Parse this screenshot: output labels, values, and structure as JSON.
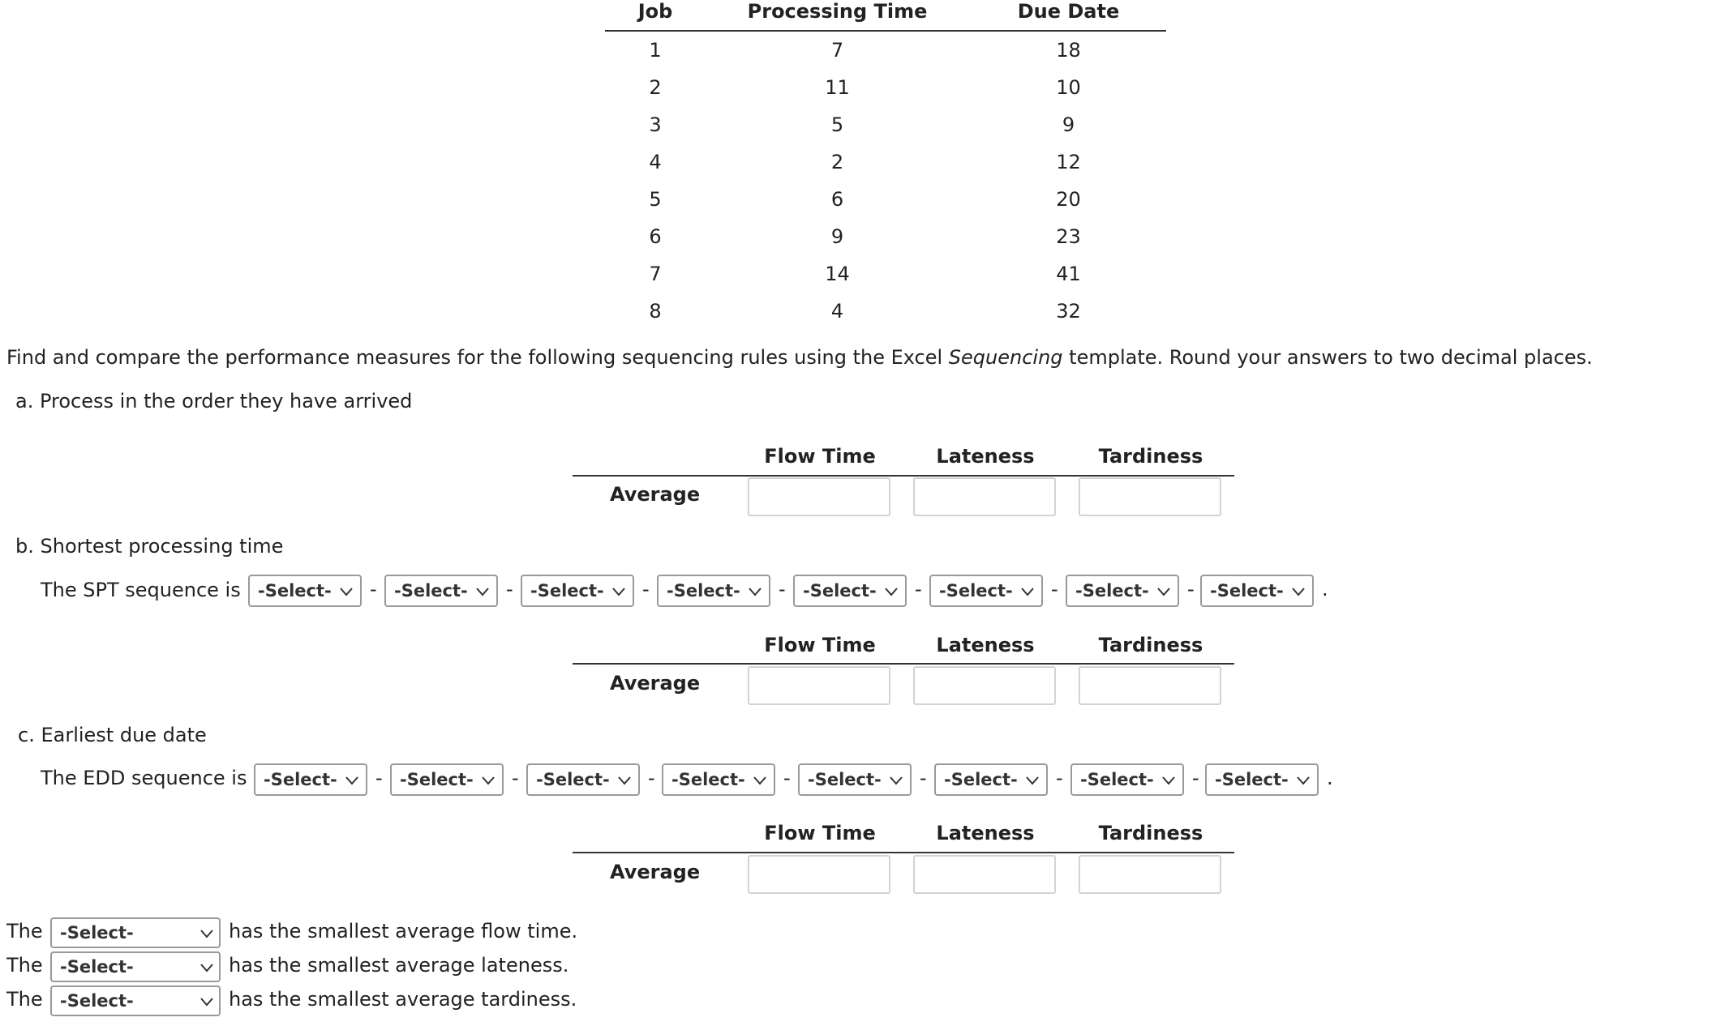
{
  "jobs_table": {
    "headers": [
      "Job",
      "Processing Time",
      "Due Date"
    ],
    "rows": [
      [
        "1",
        "7",
        "18"
      ],
      [
        "2",
        "11",
        "10"
      ],
      [
        "3",
        "5",
        "9"
      ],
      [
        "4",
        "2",
        "12"
      ],
      [
        "5",
        "6",
        "20"
      ],
      [
        "6",
        "9",
        "23"
      ],
      [
        "7",
        "14",
        "41"
      ],
      [
        "8",
        "4",
        "32"
      ]
    ]
  },
  "instructions": {
    "part1": "Find and compare the performance measures for the following sequencing rules using the Excel ",
    "italic": "Sequencing",
    "part2": " template. Round your answers to two decimal places."
  },
  "part_a": {
    "label": "a. Process in the order they have arrived"
  },
  "part_b": {
    "label": "b. Shortest processing time",
    "sequence_label": "The SPT sequence is"
  },
  "part_c": {
    "label": "c. Earliest due date",
    "sequence_label": "The EDD sequence is"
  },
  "measures": {
    "flow_time": "Flow Time",
    "lateness": "Lateness",
    "tardiness": "Tardiness",
    "average": "Average"
  },
  "select_placeholder": "-Select-",
  "dash": "-",
  "period": ".",
  "final": {
    "the": "The",
    "flow_text": "has the smallest average flow time.",
    "lateness_text": "has the smallest average lateness.",
    "tardiness_text": "has the smallest average tardiness."
  },
  "icons": {
    "dropdown": "chevron-down-icon"
  }
}
